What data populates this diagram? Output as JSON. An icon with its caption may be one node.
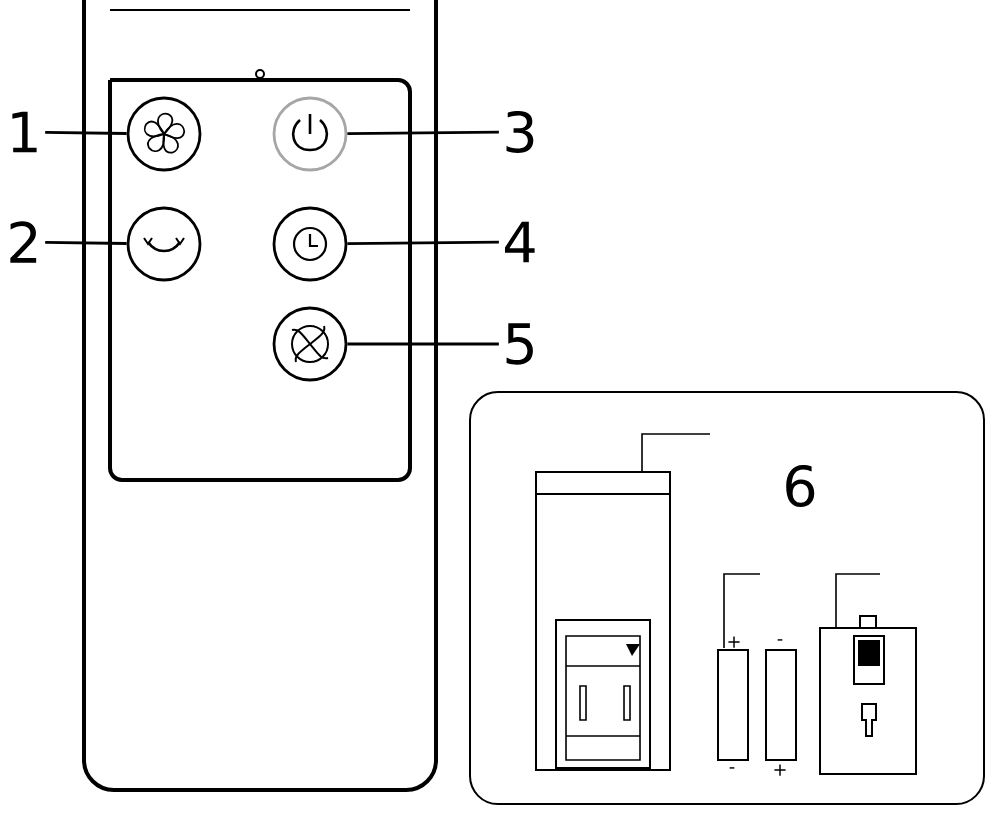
{
  "diagram": {
    "nodes": [
      {
        "text": [
          "1"
        ]
      },
      {
        "text": [
          "2"
        ]
      },
      {
        "text": [
          "3"
        ]
      },
      {
        "text": [
          "4"
        ]
      },
      {
        "text": [
          "5"
        ]
      },
      {
        "text": [],
        "shape": "circle"
      },
      {
        "text": [],
        "shape": "circle"
      },
      {
        "text": [],
        "shape": "circle"
      },
      {
        "text": [],
        "shape": "circle"
      },
      {
        "text": [],
        "shape": "circle"
      }
    ],
    "edges": [
      {
        "from": 0,
        "to": 5,
        "arrow": "none"
      },
      {
        "from": 1,
        "to": 7,
        "arrow": "none"
      },
      {
        "from": 2,
        "to": 6,
        "arrow": "none"
      },
      {
        "from": 3,
        "to": 8,
        "arrow": "none"
      },
      {
        "from": 4,
        "to": 9,
        "arrow": "none"
      }
    ],
    "labels": [
      "6",
      "+",
      "-",
      "-",
      "+"
    ]
  }
}
